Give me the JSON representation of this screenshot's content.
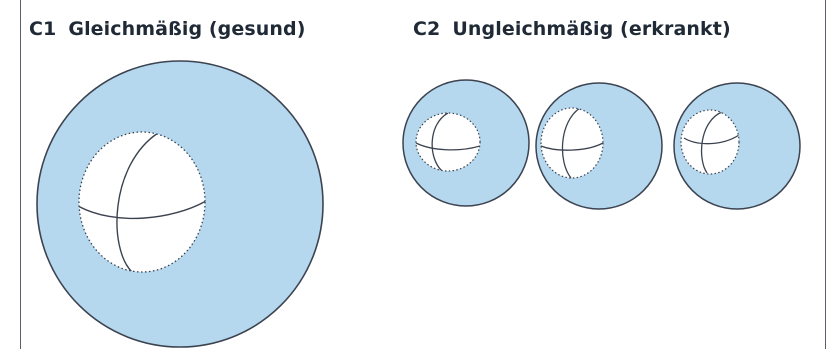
{
  "panels": [
    {
      "code": "C1",
      "label": "Gleichmäßig (gesund)"
    },
    {
      "code": "C2",
      "label": "Ungleichmäßig (erkrankt)"
    }
  ],
  "colors": {
    "tissue_fill": "#b5d8ee",
    "outline": "#3c4350",
    "lesion_fill": "#ffffff",
    "frame": "#5a5f6a",
    "title_text": "#1f2a36"
  },
  "icons": {
    "lesion_boundary": "dotted-outline",
    "sphere_grid": "meridian-and-equator-lines"
  }
}
